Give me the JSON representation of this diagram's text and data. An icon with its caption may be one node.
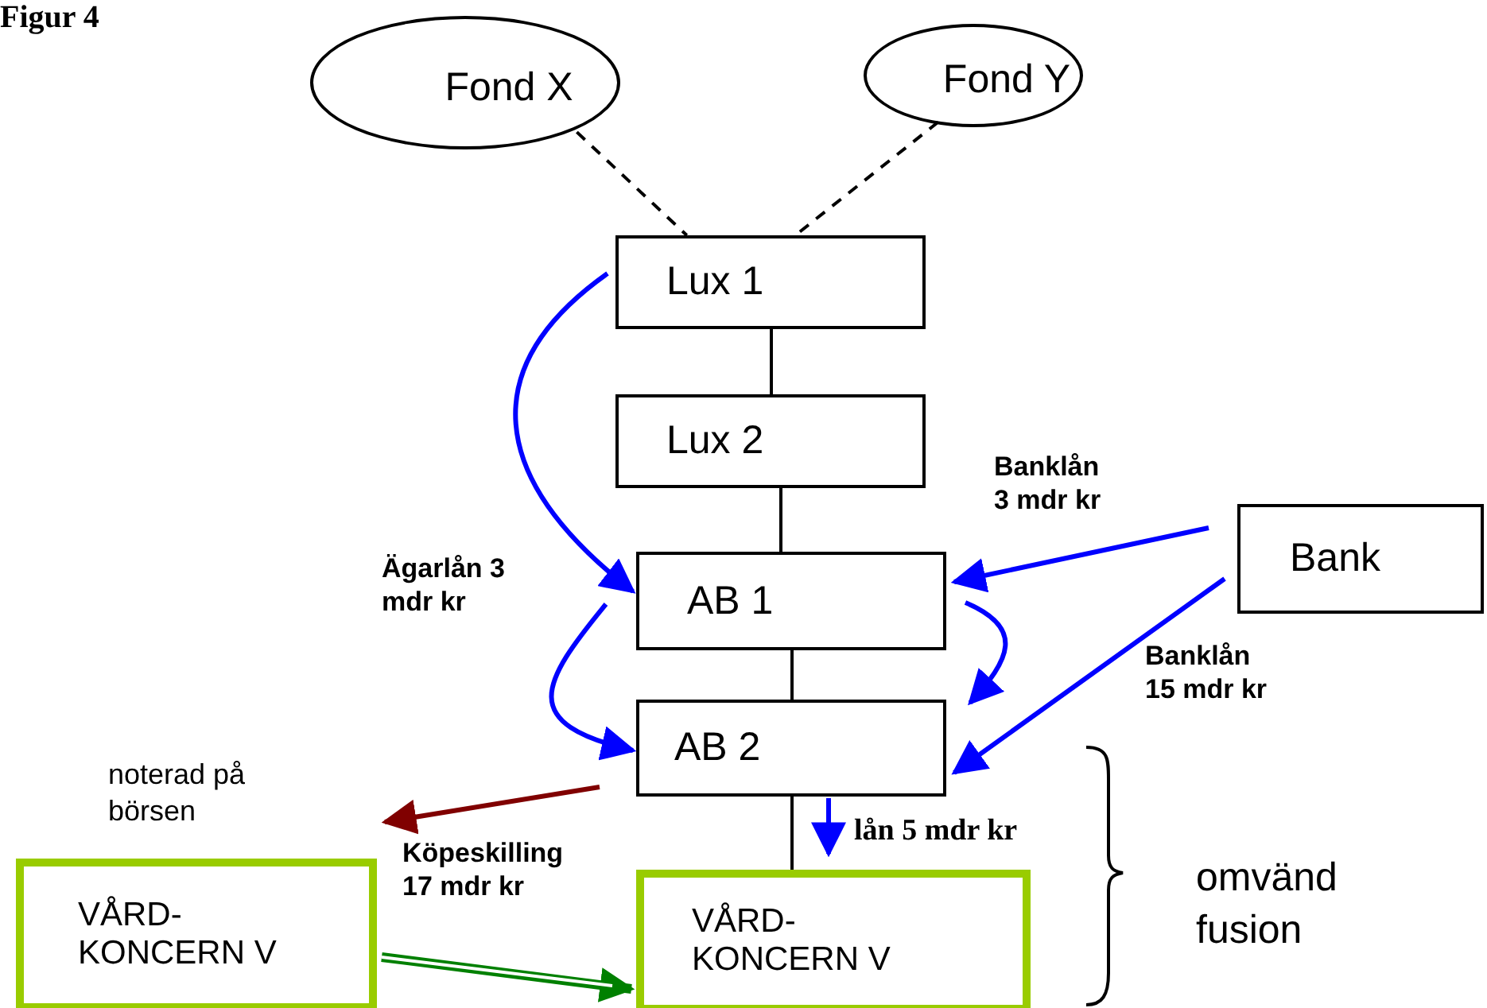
{
  "diagram": {
    "title": "Figur 4",
    "nodes": [
      {
        "text": [
          "Fond X"
        ]
      },
      {
        "text": [
          "Fond Y"
        ]
      },
      {
        "text": [
          "Lux 1"
        ]
      },
      {
        "text": [
          "Lux 2"
        ]
      },
      {
        "text": [
          "AB 1"
        ]
      },
      {
        "text": [
          "AB 2"
        ]
      },
      {
        "text": [
          "Bank"
        ]
      },
      {
        "text": [
          "VÅRD- KONCERN V"
        ],
        "beside": [
          "noterad på börsen"
        ]
      },
      {
        "text": [
          "VÅRD- KONCERN V"
        ]
      }
    ],
    "edges": [
      {
        "from": 0,
        "to": 2,
        "arrow": "none",
        "style": "dashed",
        "color": "#000000"
      },
      {
        "from": 1,
        "to": 2,
        "arrow": "none",
        "style": "dashed",
        "color": "#000000"
      },
      {
        "from": 2,
        "to": 3,
        "arrow": "none",
        "color": "#000000"
      },
      {
        "from": 3,
        "to": 4,
        "arrow": "none",
        "color": "#000000"
      },
      {
        "from": 4,
        "to": 5,
        "arrow": "none",
        "color": "#000000"
      },
      {
        "from": 5,
        "to": 8,
        "arrow": "none",
        "color": "#000000"
      },
      {
        "from": 2,
        "to": 4,
        "arrow": "to",
        "label": "Ägarlån 3 mdr kr",
        "color": "#0000ff"
      },
      {
        "from": 4,
        "to": 5,
        "arrow": "to",
        "color": "#0000ff"
      },
      {
        "from": 6,
        "to": 4,
        "arrow": "to",
        "label": "Banklån 3 mdr kr",
        "color": "#0000ff"
      },
      {
        "from": 4,
        "to": 5,
        "arrow": "to",
        "color": "#0000ff"
      },
      {
        "from": 6,
        "to": 5,
        "arrow": "to",
        "label": "Banklån 15 mdr kr",
        "color": "#0000ff"
      },
      {
        "from": 5,
        "to": 8,
        "arrow": "to",
        "label": "lån 5 mdr kr",
        "color": "#0000ff"
      },
      {
        "from": 5,
        "to": 7,
        "arrow": "to",
        "label": "Köpeskilling 17 mdr kr",
        "color": "#800000"
      },
      {
        "from": 7,
        "to": 8,
        "arrow": "to",
        "style": "thick",
        "color": "#008000"
      }
    ],
    "labels": [
      "omvänd fusion"
    ]
  }
}
